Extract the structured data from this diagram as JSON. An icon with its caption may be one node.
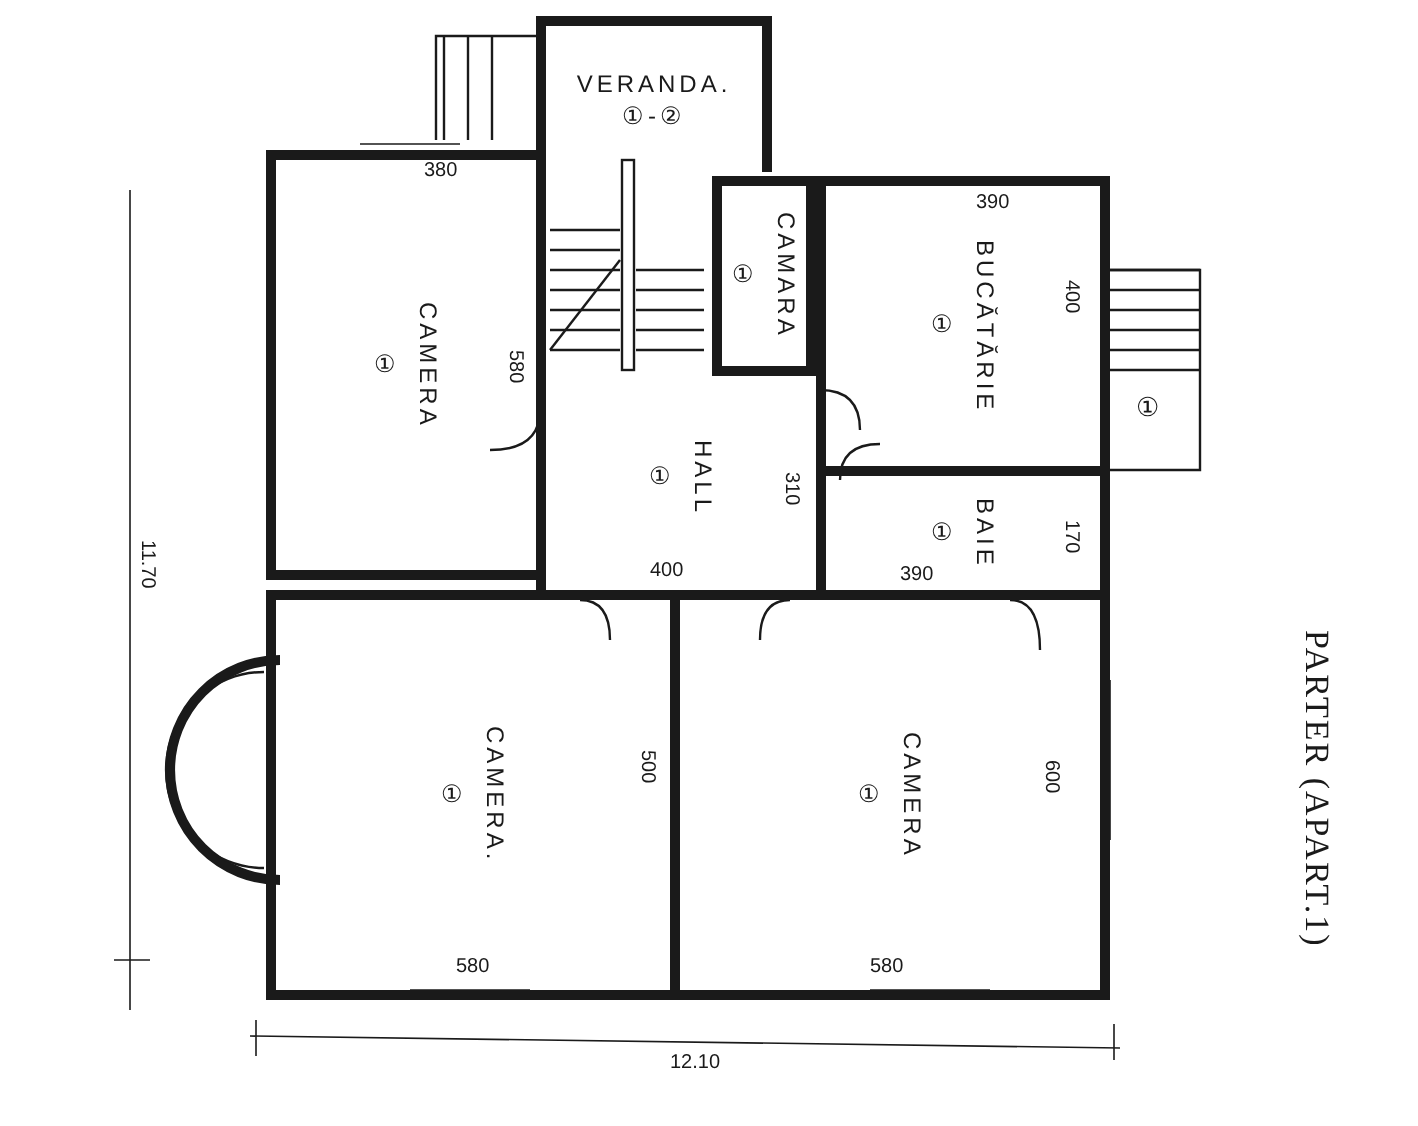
{
  "diagram": {
    "title": "PARTER (APART.1)",
    "nodes": [
      {
        "text": [
          "VERANDA.",
          "①-②"
        ]
      },
      {
        "text": [
          "CAMERA",
          "①"
        ]
      },
      {
        "text": [
          "CAMARA",
          "①"
        ]
      },
      {
        "text": [
          "BUCĂTĂRIE",
          "①"
        ]
      },
      {
        "text": [
          "HALL",
          "①"
        ]
      },
      {
        "text": [
          "BAIE",
          "①"
        ]
      },
      {
        "text": [
          "CAMERA.",
          "①"
        ]
      },
      {
        "text": [
          "CAMERA",
          "①"
        ]
      }
    ],
    "labels": [
      "380",
      "580",
      "390",
      "400",
      "①",
      "310",
      "400",
      "170",
      "390",
      "500",
      "600",
      "580",
      "580",
      "12.10",
      "11.70"
    ]
  }
}
